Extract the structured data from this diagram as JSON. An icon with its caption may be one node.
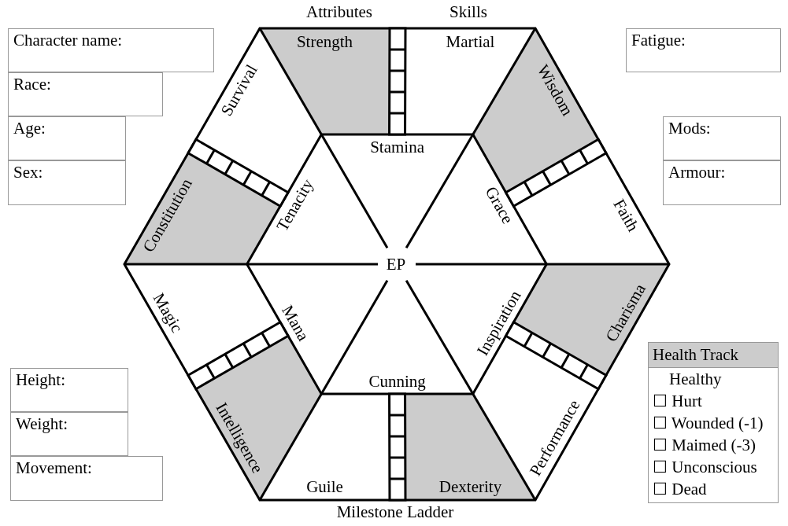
{
  "diagram": {
    "nodes": [
      {
        "text": [
          "Character name:"
        ]
      },
      {
        "text": [
          "Race:"
        ]
      },
      {
        "text": [
          "Age:"
        ]
      },
      {
        "text": [
          "Sex:"
        ]
      },
      {
        "text": [
          "Fatigue:"
        ]
      },
      {
        "text": [
          "Mods:"
        ]
      },
      {
        "text": [
          "Armour:"
        ]
      },
      {
        "text": [
          "Height:"
        ]
      },
      {
        "text": [
          "Weight:"
        ]
      },
      {
        "text": [
          "Movement:"
        ]
      },
      {
        "text": [
          "Health Track",
          "Healthy",
          "☐ Hurt",
          "☐ Wounded (-1)",
          "☐ Maimed (-3)",
          "☐ Unconscious",
          "☐ Dead"
        ]
      },
      {
        "text": [
          "Strength"
        ]
      },
      {
        "text": [
          "Martial"
        ]
      },
      {
        "text": [
          "Wisdom"
        ]
      },
      {
        "text": [
          "Faith"
        ]
      },
      {
        "text": [
          "Charisma"
        ]
      },
      {
        "text": [
          "Performance"
        ]
      },
      {
        "text": [
          "Dexterity"
        ]
      },
      {
        "text": [
          "Guile"
        ]
      },
      {
        "text": [
          "Intelligence"
        ]
      },
      {
        "text": [
          "Magic"
        ]
      },
      {
        "text": [
          "Constitution"
        ]
      },
      {
        "text": [
          "Survival"
        ]
      },
      {
        "text": [
          "Stamina"
        ]
      },
      {
        "text": [
          "Grace"
        ]
      },
      {
        "text": [
          "Inspiration"
        ]
      },
      {
        "text": [
          "Cunning"
        ]
      },
      {
        "text": [
          "Mana"
        ]
      },
      {
        "text": [
          "Tenacity"
        ]
      }
    ],
    "labels": [
      "Attributes",
      "Skills",
      "EP",
      "Milestone Ladder"
    ]
  }
}
